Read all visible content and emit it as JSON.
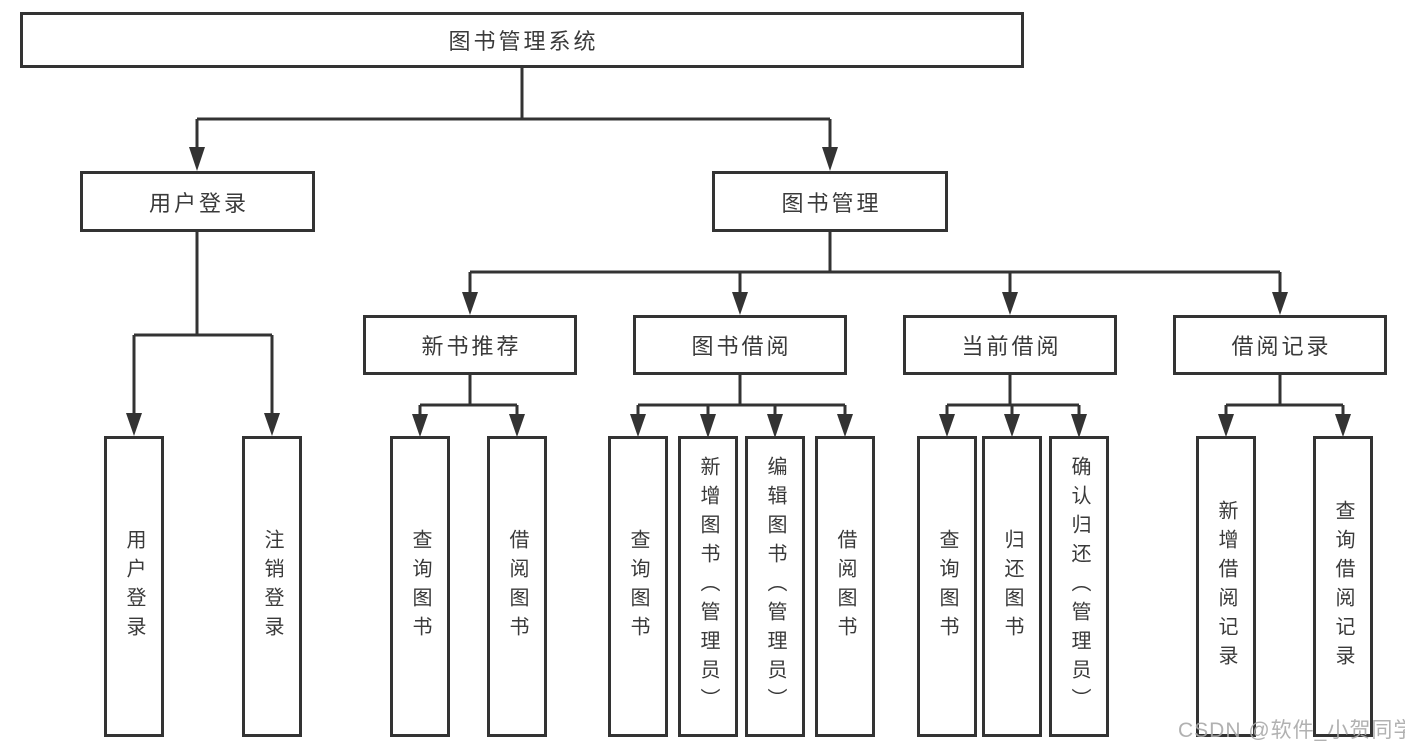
{
  "diagram": {
    "type": "tree",
    "title": "图书管理系统"
  },
  "palette": {
    "background": "#ffffff",
    "box_border": "#333333",
    "line": "#333333",
    "text": "#3a3a3a",
    "watermark": "#a8a8a8"
  },
  "tree": {
    "label": "图书管理系统",
    "children": [
      {
        "label": "用户登录",
        "children": [
          {
            "label": "用户登录"
          },
          {
            "label": "注销登录"
          }
        ]
      },
      {
        "label": "图书管理",
        "children": [
          {
            "label": "新书推荐",
            "children": [
              {
                "label": "查询图书"
              },
              {
                "label": "借阅图书"
              }
            ]
          },
          {
            "label": "图书借阅",
            "children": [
              {
                "label": "查询图书"
              },
              {
                "label": "新增图书（管理员）"
              },
              {
                "label": "编辑图书（管理员）"
              },
              {
                "label": "借阅图书"
              }
            ]
          },
          {
            "label": "当前借阅",
            "children": [
              {
                "label": "查询图书"
              },
              {
                "label": "归还图书"
              },
              {
                "label": "确认归还（管理员）"
              }
            ]
          },
          {
            "label": "借阅记录",
            "children": [
              {
                "label": "新增借阅记录"
              },
              {
                "label": "查询借阅记录"
              }
            ]
          }
        ]
      }
    ]
  },
  "watermark": {
    "text": "CSDN @软件_小贺同学"
  }
}
